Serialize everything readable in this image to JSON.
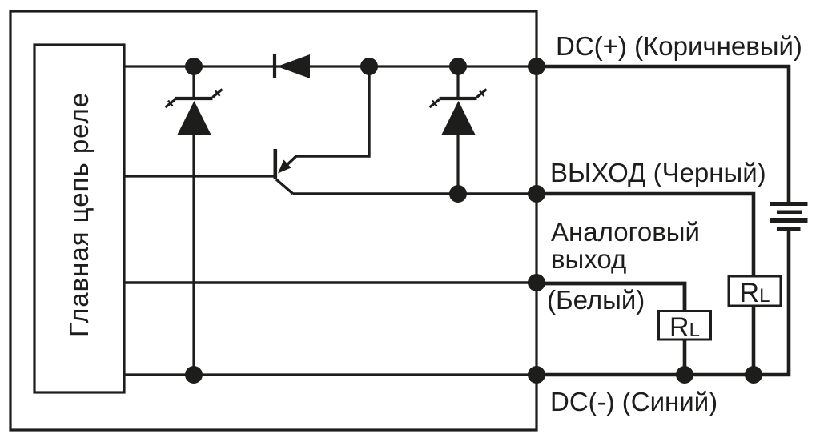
{
  "diagram": {
    "kind": "sensor-output-wiring-schematic",
    "colors": {
      "line": "#1d1d1b",
      "background": "#ffffff"
    },
    "relay_box": {
      "label": "Главная цепь реле"
    },
    "labels": {
      "dc_plus": "DC(+) (Коричневый)",
      "output": "ВЫХОД (Черный)",
      "analog_line1": "Аналоговый",
      "analog_line2": "выход",
      "analog_line3": "(Белый)",
      "dc_minus": "DC(-) (Синий)"
    },
    "resistor": {
      "symbol": "R",
      "subscript": "L"
    },
    "component_symbols": [
      "relay-main-circuit-box",
      "zener-diode-symbol",
      "zener-diode-symbol",
      "blocking-diode-symbol",
      "pnp-transistor-symbol",
      "battery-symbol",
      "load-resistor",
      "load-resistor"
    ]
  }
}
